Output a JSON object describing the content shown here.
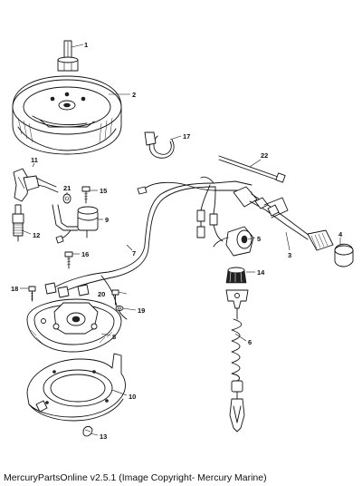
{
  "parts": [
    {
      "id": "part-1",
      "label": "1"
    },
    {
      "id": "part-2",
      "label": "2"
    },
    {
      "id": "part-3",
      "label": "3"
    },
    {
      "id": "part-4",
      "label": "4"
    },
    {
      "id": "part-5",
      "label": "5"
    },
    {
      "id": "part-6",
      "label": "6"
    },
    {
      "id": "part-7",
      "label": "7"
    },
    {
      "id": "part-8",
      "label": "8"
    },
    {
      "id": "part-9",
      "label": "9"
    },
    {
      "id": "part-10",
      "label": "10"
    },
    {
      "id": "part-11",
      "label": "11"
    },
    {
      "id": "part-12",
      "label": "12"
    },
    {
      "id": "part-13",
      "label": "13"
    },
    {
      "id": "part-14",
      "label": "14"
    },
    {
      "id": "part-15",
      "label": "15"
    },
    {
      "id": "part-16",
      "label": "16"
    },
    {
      "id": "part-17",
      "label": "17"
    },
    {
      "id": "part-18",
      "label": "18"
    },
    {
      "id": "part-19",
      "label": "19"
    },
    {
      "id": "part-20",
      "label": "20"
    },
    {
      "id": "part-21",
      "label": "21"
    },
    {
      "id": "part-22",
      "label": "22"
    }
  ],
  "caption": "MercuryPartsOnline v2.5.1 (Image Copyright- Mercury Marine)"
}
